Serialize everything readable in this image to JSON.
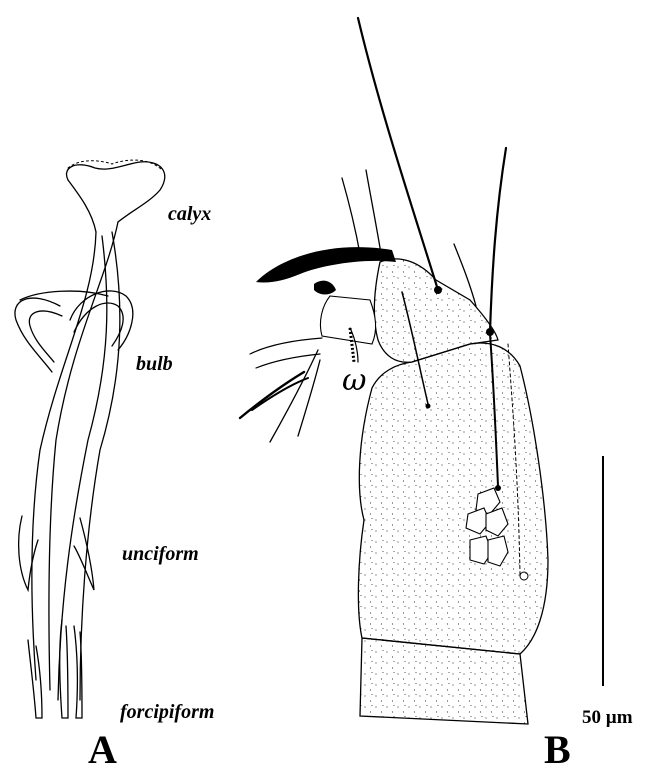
{
  "panel_a": {
    "letter": "A",
    "labels": {
      "calyx": "calyx",
      "bulb": "bulb",
      "unciform": "unciform",
      "forcipiform": "forcipiform"
    }
  },
  "panel_b": {
    "letter": "B",
    "omega": "ω"
  },
  "scale_bar": {
    "label": "50 µm"
  },
  "colors": {
    "ink": "#000000",
    "background": "#ffffff"
  }
}
